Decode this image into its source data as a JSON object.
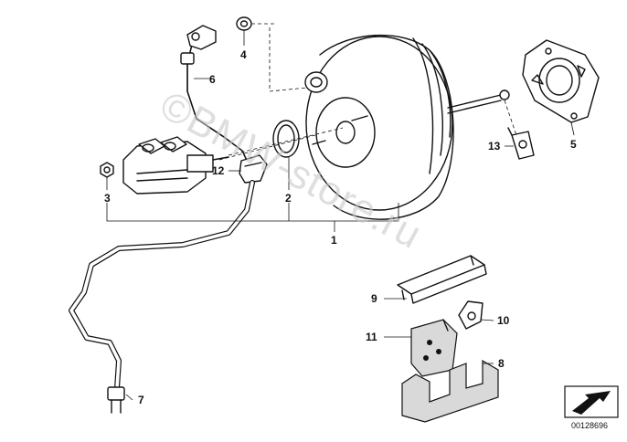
{
  "diagram": {
    "labels": {
      "l1": "1",
      "l2": "2",
      "l3": "3",
      "l4": "4",
      "l5": "5",
      "l6": "6",
      "l7": "7",
      "l8": "8",
      "l9": "9",
      "l10": "10",
      "l11": "11",
      "l12": "12",
      "l13": "13"
    },
    "watermark": "©BMW-store.ru",
    "reference_number": "00128696",
    "icons": [
      "orientation-arrow-icon"
    ]
  }
}
